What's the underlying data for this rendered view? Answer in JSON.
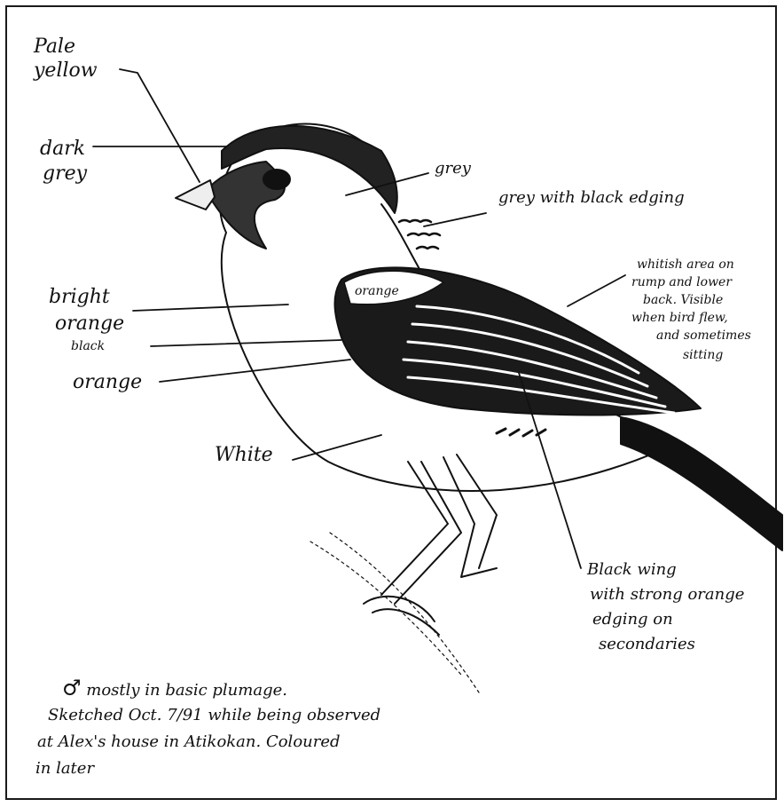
{
  "labels": {
    "pale_yellow": [
      "Pale",
      "yellow"
    ],
    "dark_grey": [
      "dark",
      "grey"
    ],
    "grey": "grey",
    "grey_black_edging": "grey with black edging",
    "whitish_area": [
      "whitish area on",
      "rump and lower",
      "back. Visible",
      "when bird flew,",
      "and sometimes",
      "sitting"
    ],
    "bright_orange": [
      "bright",
      "orange"
    ],
    "black": "black",
    "orange_breast": "orange",
    "orange_wing": "orange",
    "white": "White",
    "black_wing": [
      "Black wing",
      "with strong orange",
      "edging on",
      "secondaries"
    ]
  },
  "notes": {
    "line1_symbol": "♂",
    "line1": "mostly in basic plumage.",
    "line2": "Sketched Oct. 7/91 while being observed",
    "line3": "at Alex's house in Atikokan. Coloured",
    "line4": "in later"
  }
}
